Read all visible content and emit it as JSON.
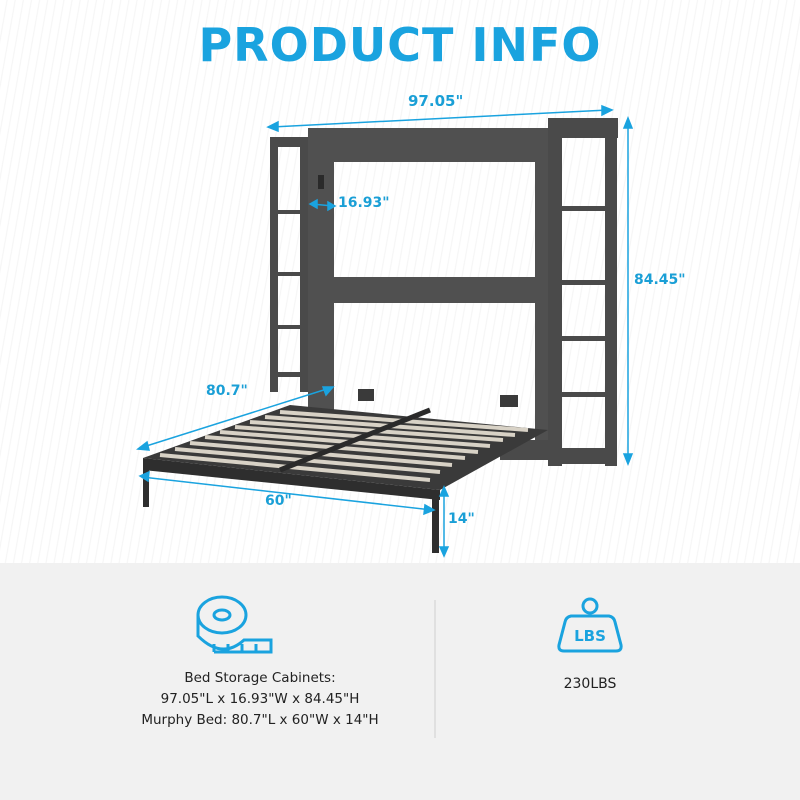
{
  "header": {
    "title": "PRODUCT INFO"
  },
  "colors": {
    "accent": "#1aa3df",
    "furniture": "#4a4a4a",
    "slats": "#d8d2c6",
    "panel_bg": "#f1f1f1"
  },
  "diagram": {
    "width_label": "97.05\"",
    "depth_label": "16.93\"",
    "height_label": "84.45\"",
    "bed_length_label": "80.7\"",
    "bed_width_label": "60\"",
    "bed_height_label": "14\""
  },
  "specs": {
    "icon": "tape-measure-icon",
    "line1": "Bed Storage Cabinets:",
    "line2": "97.05\"L x 16.93\"W x 84.45\"H",
    "line3": "Murphy Bed:  80.7\"L x 60\"W x 14\"H"
  },
  "weight": {
    "icon": "weight-lbs-icon",
    "icon_label": "LBS",
    "value": "230LBS"
  }
}
